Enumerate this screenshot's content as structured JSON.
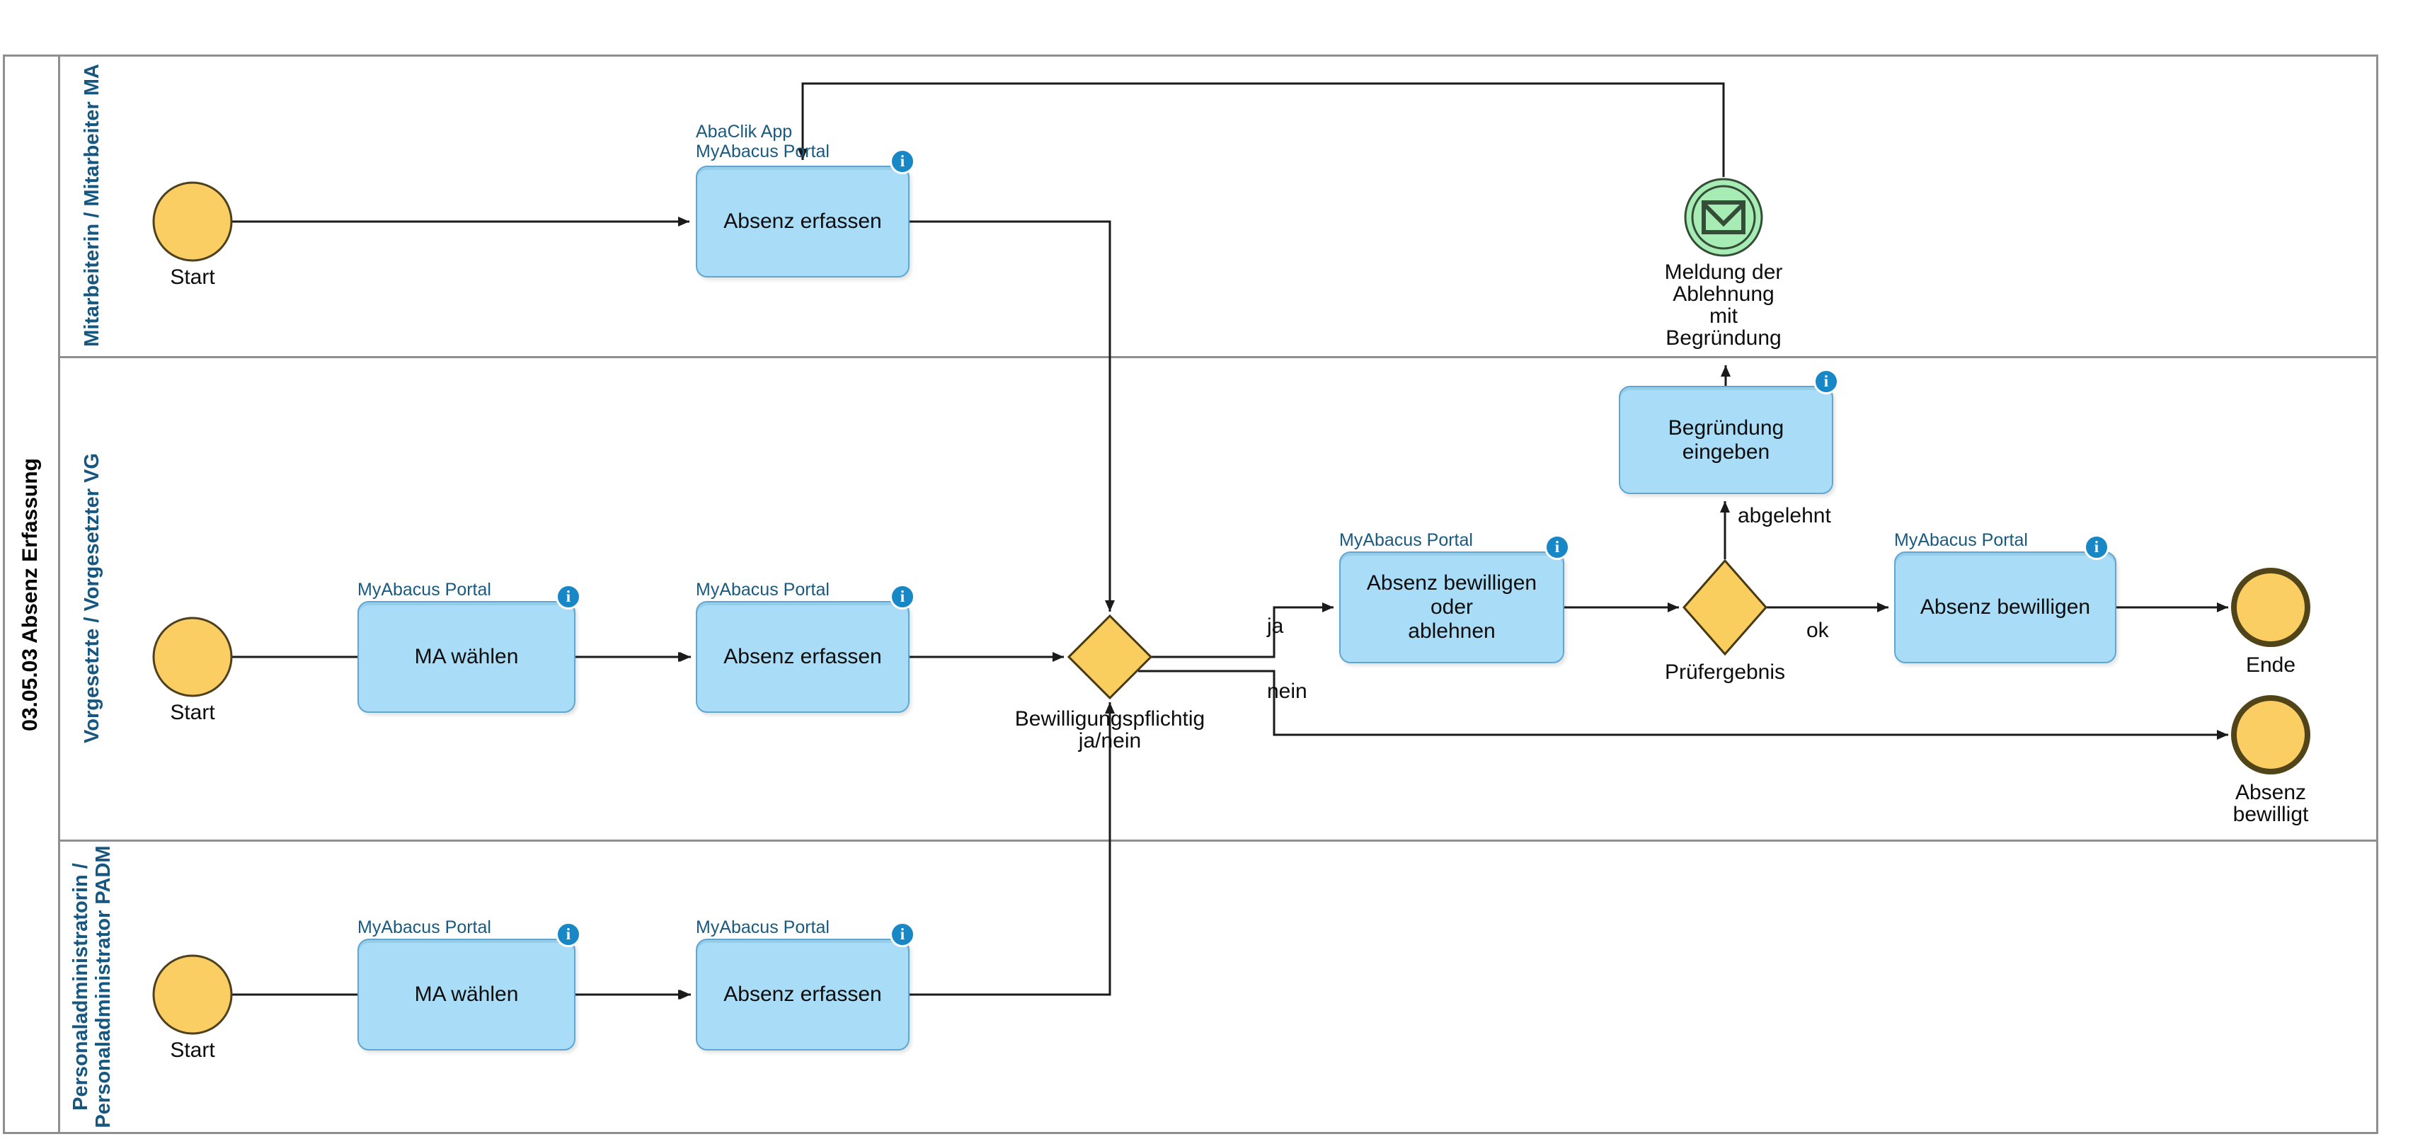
{
  "diagram": {
    "title": "03.05.03 Absenz Erfassung",
    "lanes": [
      {
        "lines": [
          "Mitarbeiterin / Mitarbeiter MA"
        ]
      },
      {
        "lines": [
          "Vorgesetzte / Vorgesetzter VG"
        ]
      },
      {
        "lines": [
          "Personaladministratorin /",
          "Personaladministrator PADM"
        ]
      }
    ],
    "nodes": {
      "start_ma": {
        "label": "Start"
      },
      "task_absenz_erfassen_ma": {
        "label": "Absenz erfassen",
        "annotation_lines": [
          "AbaClik App",
          "MyAbacus Portal"
        ]
      },
      "event_meldung_ablehnung": {
        "label_lines": [
          "Meldung der",
          "Ablehnung",
          "mit",
          "Begründung"
        ]
      },
      "start_vg": {
        "label": "Start"
      },
      "task_ma_waehlen_vg": {
        "label": "MA wählen",
        "annotation": "MyAbacus Portal"
      },
      "task_absenz_erfassen_vg": {
        "label": "Absenz erfassen",
        "annotation": "MyAbacus Portal"
      },
      "gateway_bewilligungspflichtig": {
        "label_lines": [
          "Bewilligungspflichtig",
          "ja/nein"
        ]
      },
      "task_absenz_bewilligen_oder_ablehnen": {
        "label_lines": [
          "Absenz bewilligen oder",
          "ablehnen"
        ],
        "annotation": "MyAbacus Portal"
      },
      "gateway_pruefergebnis": {
        "label": "Prüfergebnis"
      },
      "task_begruendung_eingeben": {
        "label": "Begründung eingeben"
      },
      "task_absenz_bewilligen": {
        "label": "Absenz bewilligen",
        "annotation": "MyAbacus Portal"
      },
      "end_ende": {
        "label": "Ende"
      },
      "end_absenz_bewilligt": {
        "label_lines": [
          "Absenz",
          "bewilligt"
        ]
      },
      "start_padm": {
        "label": "Start"
      },
      "task_ma_waehlen_padm": {
        "label": "MA wählen",
        "annotation": "MyAbacus Portal"
      },
      "task_absenz_erfassen_padm": {
        "label": "Absenz erfassen",
        "annotation": "MyAbacus Portal"
      }
    },
    "edge_labels": {
      "ja": "ja",
      "nein": "nein",
      "ok": "ok",
      "abgelehnt": "abgelehnt"
    },
    "icons": {
      "info": "i"
    },
    "colors": {
      "task_fill": "#A9DDF7",
      "task_border": "#5FA7D3",
      "annotation_color": "#1A5A80",
      "lane_label_color": "#17577F",
      "event_fill": "#FBCE63",
      "start_border": "#4D411F",
      "end_border": "#514418",
      "gateway_fill": "#FACD5F",
      "gateway_border": "#473A10",
      "message_fill": "#A7ECB4",
      "message_border": "#344D36",
      "info_badge": "#1787C6",
      "flow_color": "#1A1A1A",
      "frame_color": "#8F8F8F"
    }
  }
}
